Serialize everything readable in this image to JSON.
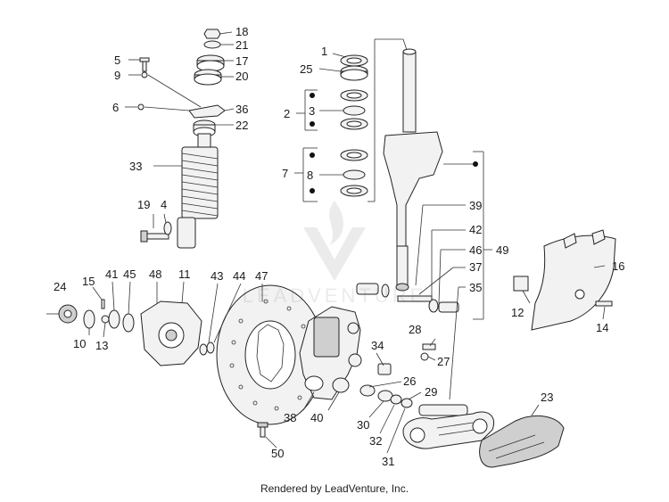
{
  "footer_text": "Rendered by LeadVenture, Inc.",
  "watermark_text": "LEADVENTURE",
  "labels": [
    {
      "id": "18",
      "text": "18"
    },
    {
      "id": "21",
      "text": "21"
    },
    {
      "id": "5",
      "text": "5"
    },
    {
      "id": "17",
      "text": "17"
    },
    {
      "id": "9",
      "text": "9"
    },
    {
      "id": "20",
      "text": "20"
    },
    {
      "id": "6",
      "text": "6"
    },
    {
      "id": "36",
      "text": "36"
    },
    {
      "id": "22",
      "text": "22"
    },
    {
      "id": "33",
      "text": "33"
    },
    {
      "id": "19",
      "text": "19"
    },
    {
      "id": "4",
      "text": "4"
    },
    {
      "id": "1",
      "text": "1"
    },
    {
      "id": "25",
      "text": "25"
    },
    {
      "id": "2",
      "text": "2"
    },
    {
      "id": "3",
      "text": "3"
    },
    {
      "id": "7",
      "text": "7"
    },
    {
      "id": "8",
      "text": "8"
    },
    {
      "id": "39",
      "text": "39"
    },
    {
      "id": "42",
      "text": "42"
    },
    {
      "id": "46",
      "text": "46"
    },
    {
      "id": "49",
      "text": "49"
    },
    {
      "id": "37",
      "text": "37"
    },
    {
      "id": "35",
      "text": "35"
    },
    {
      "id": "16",
      "text": "16"
    },
    {
      "id": "12",
      "text": "12"
    },
    {
      "id": "14",
      "text": "14"
    },
    {
      "id": "24",
      "text": "24"
    },
    {
      "id": "15",
      "text": "15"
    },
    {
      "id": "41",
      "text": "41"
    },
    {
      "id": "45",
      "text": "45"
    },
    {
      "id": "48",
      "text": "48"
    },
    {
      "id": "11",
      "text": "11"
    },
    {
      "id": "43",
      "text": "43"
    },
    {
      "id": "44",
      "text": "44"
    },
    {
      "id": "47",
      "text": "47"
    },
    {
      "id": "10",
      "text": "10"
    },
    {
      "id": "13",
      "text": "13"
    },
    {
      "id": "34",
      "text": "34"
    },
    {
      "id": "28",
      "text": "28"
    },
    {
      "id": "27",
      "text": "27"
    },
    {
      "id": "26",
      "text": "26"
    },
    {
      "id": "29",
      "text": "29"
    },
    {
      "id": "38",
      "text": "38"
    },
    {
      "id": "40",
      "text": "40"
    },
    {
      "id": "30",
      "text": "30"
    },
    {
      "id": "32",
      "text": "32"
    },
    {
      "id": "31",
      "text": "31"
    },
    {
      "id": "23",
      "text": "23"
    },
    {
      "id": "50",
      "text": "50"
    }
  ]
}
